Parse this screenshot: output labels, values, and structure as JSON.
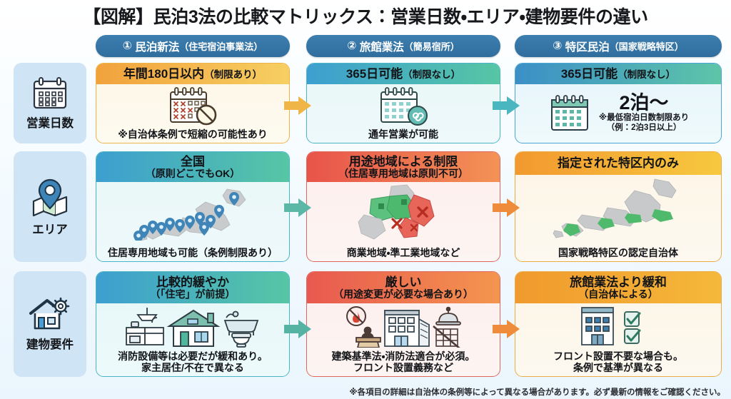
{
  "title": "【図解】民泊3法の比較マトリックス：営業日数・エリア・建物要件の違い",
  "columns": [
    {
      "num": "①",
      "name": "民泊新法",
      "sub": "（住宅宿泊事業法）"
    },
    {
      "num": "②",
      "name": "旅館業法",
      "sub": "（簡易宿所）"
    },
    {
      "num": "③",
      "name": "特区民泊",
      "sub": "（国家戦略特区）"
    }
  ],
  "rows": [
    {
      "id": "eigyo-nissu",
      "label": "営業日数",
      "icon": "calendar-icon"
    },
    {
      "id": "area",
      "label": "エリア",
      "icon": "map-pin-icon"
    },
    {
      "id": "tatemono",
      "label": "建物要件",
      "icon": "house-gear-icon"
    }
  ],
  "cells": {
    "r0c0": {
      "head_main": "年間180日以内",
      "head_sub_inline": "（制限あり）",
      "head_line2": "",
      "icon": "calendar-crossed-days-prohibited-icon",
      "caption": "※自治体条例で短縮の可能性あり"
    },
    "r0c1": {
      "head_main": "365日可能",
      "head_sub_inline": "（制限なし）",
      "head_line2": "",
      "icon": "calendar-infinity-icon",
      "caption": "通年営業が可能"
    },
    "r0c2": {
      "head_main": "365日可能",
      "head_sub_inline": "（制限なし）",
      "head_line2": "",
      "icon": "calendar-icon",
      "big_text": "2泊〜",
      "note1": "※最低宿泊日数制限あり",
      "note2": "（例：2泊3日以上）",
      "caption": ""
    },
    "r1c0": {
      "head_main": "全国",
      "head_sub_inline": "",
      "head_line2": "（原則どこでもOK）",
      "icon": "japan-map-pins-icon",
      "caption": "住居専用地域も可能（条例制限あり）"
    },
    "r1c1": {
      "head_main": "用途地域による制限",
      "head_sub_inline": "",
      "head_line2": "（住居専用地域は原則不可）",
      "icon": "zoning-map-green-red-icon",
      "caption": "商業地域・準工業地域など"
    },
    "r1c2": {
      "head_main": "指定された特区内のみ",
      "head_sub_inline": "",
      "head_line2": "",
      "icon": "japan-map-highlighted-zones-icon",
      "caption": "国家戦略特区の認定自治体"
    },
    "r2c0": {
      "head_main": "比較的緩やか",
      "head_sub_inline": "",
      "head_line2": "（「住宅」が前提）",
      "icon": "house-kitchen-bath-toilet-icon",
      "caption_line1": "消防設備等は必要だが緩和あり。",
      "caption_line2": "家主居住/不在で異なる"
    },
    "r2c1": {
      "head_main": "厳しい",
      "head_sub_inline": "",
      "head_line2": "（用途変更が必要な場合あり）",
      "icon": "building-fire-front-desk-icon",
      "caption_line1": "建築基準法・消防法適合が必須。",
      "caption_line2": "フロント設置義務など"
    },
    "r2c2": {
      "head_main": "旅館業法より緩和",
      "head_sub_inline": "",
      "head_line2": "（自治体による）",
      "icon": "building-checkmarks-icon",
      "caption_line1": "フロント設置不要な場合も。",
      "caption_line2": "条例で基準が異なる"
    }
  },
  "arrows": [
    {
      "name": "arrow-row0-col0-to-col1",
      "color": "#efb547"
    },
    {
      "name": "arrow-row0-col1-to-col2",
      "color": "#49b6c0"
    },
    {
      "name": "arrow-row1-col0-to-col1",
      "color": "#5cb8a6"
    },
    {
      "name": "arrow-row1-col1-to-col2",
      "color": "#ef8c3c"
    },
    {
      "name": "arrow-row2-col0-to-col1",
      "color": "#55b3a3"
    },
    {
      "name": "arrow-row2-col1-to-col2",
      "color": "#ef8c3c"
    }
  ],
  "footnote": "※各項目の詳細は自治体の条例等によって異なる場合があります。必ず最新の情報をご確認ください。",
  "colors": {
    "header_blue": "#2f6d9d",
    "row_chip_blue": "#cfe4f4",
    "page_bg": "#eaf5fd"
  }
}
